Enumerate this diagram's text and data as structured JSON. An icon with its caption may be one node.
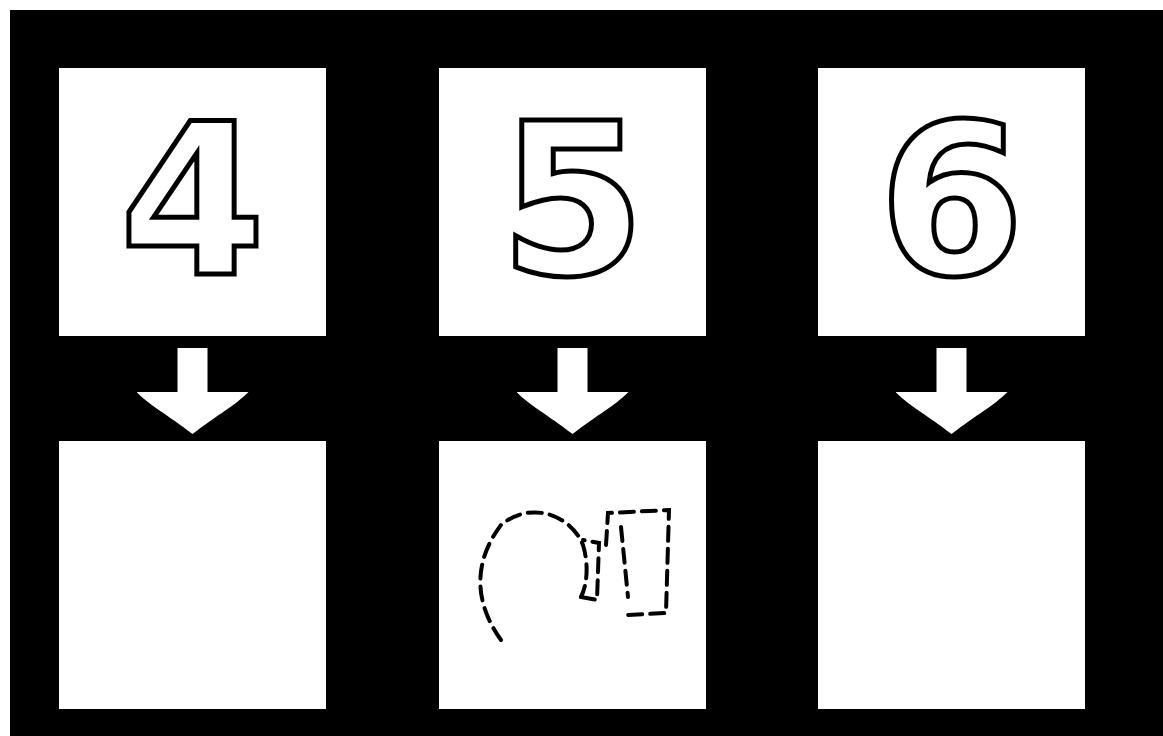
{
  "diagram": {
    "nodes": [
      {
        "text": [
          "4"
        ]
      },
      {
        "text": [
          "5"
        ]
      },
      {
        "text": [
          "6"
        ]
      },
      {
        "text": [],
        "shape": "box"
      },
      {
        "text": [],
        "shape": "picture"
      },
      {
        "text": [],
        "shape": "box"
      }
    ],
    "edges": [
      {
        "from": 0,
        "to": 3,
        "arrow": "to"
      },
      {
        "from": 1,
        "to": 4,
        "arrow": "to"
      },
      {
        "from": 2,
        "to": 5,
        "arrow": "to"
      }
    ]
  }
}
